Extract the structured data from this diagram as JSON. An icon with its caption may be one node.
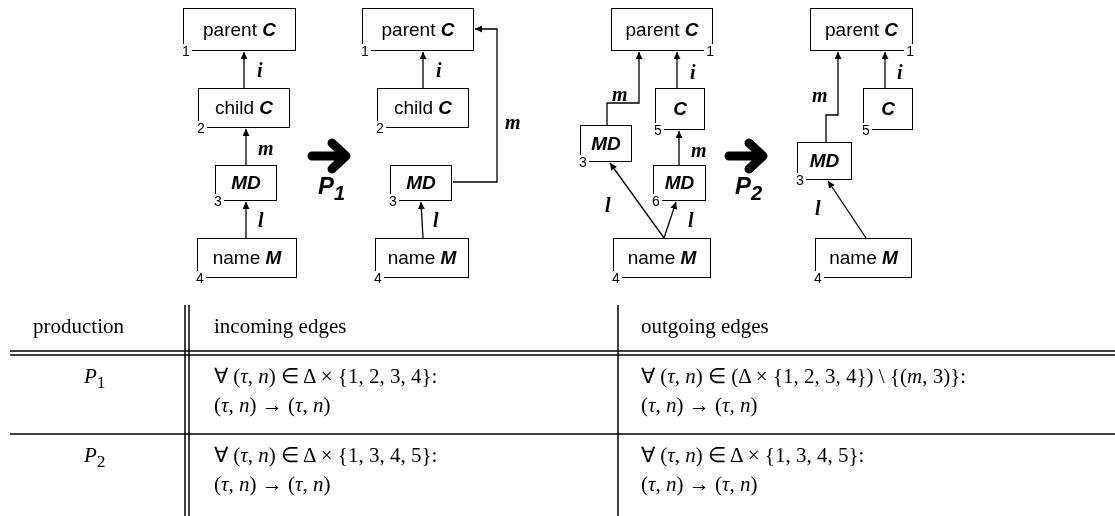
{
  "diagram": {
    "nodes": [
      {
        "text": [
          "parent **C**"
        ],
        "beside": [
          "1"
        ]
      },
      {
        "text": [
          "child **C**"
        ],
        "beside": [
          "2"
        ]
      },
      {
        "text": [
          "MD"
        ],
        "beside": [
          "3"
        ]
      },
      {
        "text": [
          "name **M**"
        ],
        "beside": [
          "4"
        ]
      },
      {
        "text": [
          "parent **C**"
        ],
        "beside": [
          "1"
        ]
      },
      {
        "text": [
          "child **C**"
        ],
        "beside": [
          "2"
        ]
      },
      {
        "text": [
          "MD"
        ],
        "beside": [
          "3"
        ]
      },
      {
        "text": [
          "name **M**"
        ],
        "beside": [
          "4"
        ]
      },
      {
        "text": [
          "parent **C**"
        ],
        "beside": [
          "1"
        ]
      },
      {
        "text": [
          "MD"
        ],
        "beside": [
          "3"
        ]
      },
      {
        "text": [
          "C"
        ],
        "beside": [
          "5"
        ]
      },
      {
        "text": [
          "MD"
        ],
        "beside": [
          "6"
        ]
      },
      {
        "text": [
          "name **M**"
        ],
        "beside": [
          "4"
        ]
      },
      {
        "text": [
          "parent **C**"
        ],
        "beside": [
          "1"
        ]
      },
      {
        "text": [
          "MD"
        ],
        "beside": [
          "3"
        ]
      },
      {
        "text": [
          "C"
        ],
        "beside": [
          "5"
        ]
      },
      {
        "text": [
          "name **M**"
        ],
        "beside": [
          "4"
        ]
      }
    ],
    "edges": [
      {
        "from": 1,
        "to": 0,
        "arrow": "to",
        "label": "i"
      },
      {
        "from": 2,
        "to": 1,
        "arrow": "to",
        "label": "m"
      },
      {
        "from": 3,
        "to": 2,
        "arrow": "to",
        "label": "l"
      },
      {
        "from": 5,
        "to": 4,
        "arrow": "to",
        "label": "i"
      },
      {
        "from": 6,
        "to": 4,
        "arrow": "to",
        "label": "m"
      },
      {
        "from": 7,
        "to": 6,
        "arrow": "to",
        "label": "l"
      },
      {
        "from": 9,
        "to": 8,
        "arrow": "to",
        "label": "m"
      },
      {
        "from": 10,
        "to": 8,
        "arrow": "to",
        "label": "i"
      },
      {
        "from": 11,
        "to": 10,
        "arrow": "to",
        "label": "m"
      },
      {
        "from": 12,
        "to": 9,
        "arrow": "to",
        "label": "l"
      },
      {
        "from": 12,
        "to": 11,
        "arrow": "to",
        "label": "l"
      },
      {
        "from": 14,
        "to": 13,
        "arrow": "to",
        "label": "m"
      },
      {
        "from": 15,
        "to": 13,
        "arrow": "to",
        "label": "i"
      },
      {
        "from": 16,
        "to": 14,
        "arrow": "to",
        "label": "l"
      }
    ],
    "labels": [
      "P$_{1}$",
      "P$_{2}$",
      "production",
      "incoming edges",
      "outgoing edges",
      "*P*$_{1}$",
      "∀ (*τ*, *n*) ∈ Δ × {1, 2, 3, 4}:",
      "(*τ*, *n*) → (*τ*, *n*)",
      "∀ (*τ*, *n*) ∈ (Δ × {1, 2, 3, 4}) \\ {(*m*, 3)}:",
      "(*τ*, *n*) → (*τ*, *n*)",
      "*P*$_{2}$",
      "∀ (*τ*, *n*) ∈ Δ × {1, 3, 4, 5}:",
      "(*τ*, *n*) → (*τ*, *n*)",
      "∀ (*τ*, *n*) ∈ Δ × {1, 3, 4, 5}:",
      "(*τ*, *n*) → (*τ*, *n*)"
    ]
  }
}
